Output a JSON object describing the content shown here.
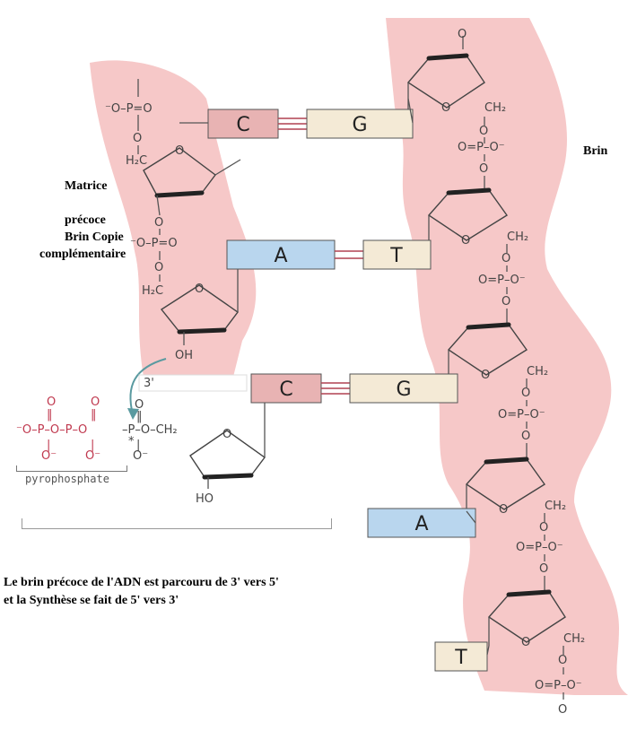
{
  "labels": {
    "brin": "Brin",
    "matrice": "Matrice",
    "precoce": "précoce",
    "brin_copie": "Brin Copie",
    "complementaire": "complémentaire",
    "pyrophosphate": "pyrophosphate",
    "three_prime": "3'",
    "caption_line1": "Le brin précoce de l'ADN est parcouru de 3' vers 5'",
    "caption_line2": "et la Synthèse se fait de 5' vers 3'"
  },
  "bases": {
    "copy_strand": [
      "C",
      "A",
      "C"
    ],
    "template_strand": [
      "G",
      "T",
      "G",
      "A",
      "T"
    ]
  },
  "colors": {
    "strand_pink": "#f6c8c8",
    "base_C": "#e8b3b3",
    "base_G": "#f4ead6",
    "base_A": "#b9d6ee",
    "base_T": "#f4ead6",
    "pyrophosphate_red": "#c0394f",
    "hbond": "#b04050",
    "arrow_teal": "#5a9aa0"
  }
}
